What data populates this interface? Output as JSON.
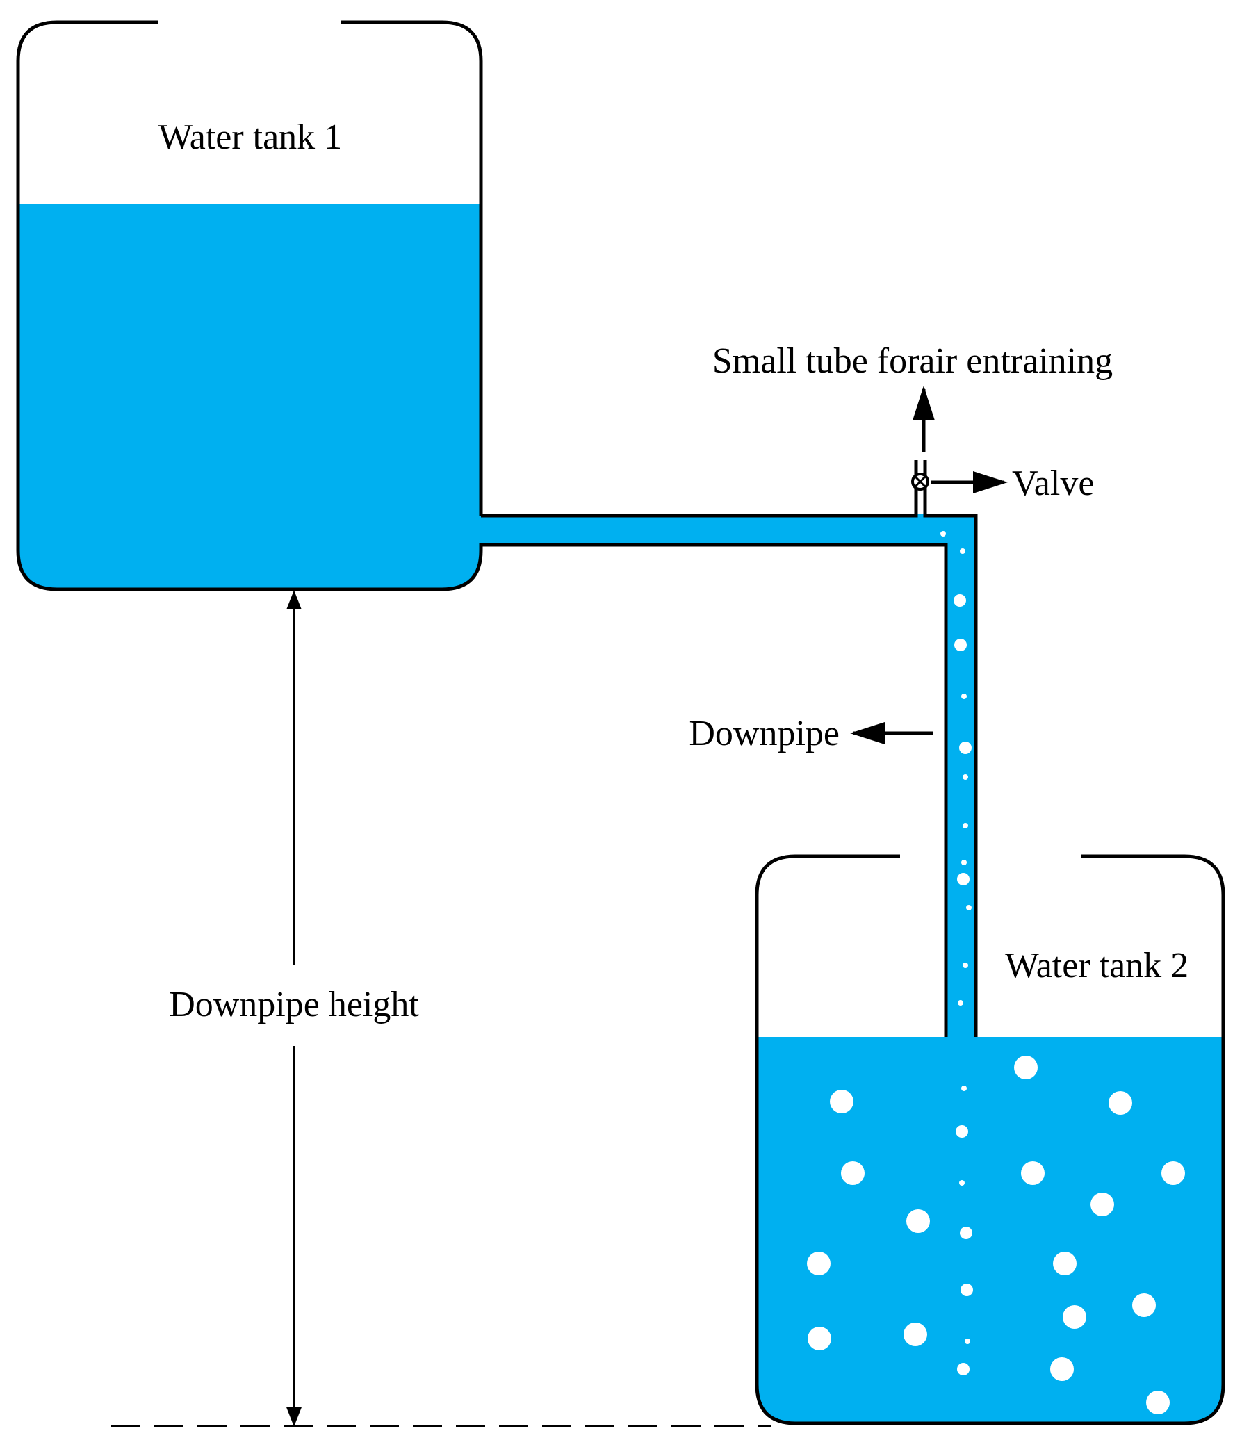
{
  "labels": {
    "tank1": "Water tank 1",
    "tank2": "Water tank 2",
    "small_tube": "Small tube forair entraining",
    "valve": "Valve",
    "downpipe": "Downpipe",
    "downpipe_height": "Downpipe height"
  },
  "colors": {
    "water": "#00B0F0",
    "outline": "#000000",
    "bubble": "#FFFFFF",
    "background": "#FFFFFF"
  },
  "icons": {
    "valve": "valve-icon",
    "arrow": "arrow-icon",
    "bubble": "air-bubble-icon"
  }
}
